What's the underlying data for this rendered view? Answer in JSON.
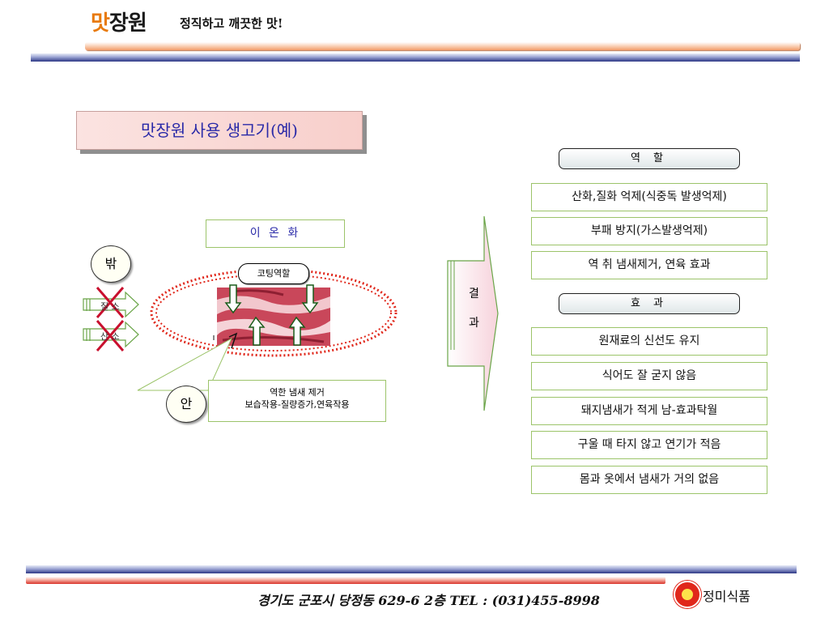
{
  "header": {
    "logo_mark": "맛",
    "logo_rest": "장원",
    "tagline": "정직하고 깨끗한 맛!"
  },
  "title": "맛장원 사용 생고기(예)",
  "diagram": {
    "ionization": "이 온 화",
    "outside_label": "밖",
    "inside_label": "안",
    "nitrogen": "질 소",
    "oxygen": "산 소",
    "coating": "코팅역할",
    "inside_line1": "역한 냄새 제거",
    "inside_line2": "보습작용-질량증가,연육작용",
    "result_char1": "결",
    "result_char2": "과"
  },
  "role": {
    "header": "역 할",
    "items": [
      "산화,질화 억제(식중독 발생억제)",
      "부패 방지(가스발생억제)",
      "역 취 냄새제거, 연육 효과"
    ]
  },
  "effect": {
    "header": "효 과",
    "items": [
      "원재료의 신선도 유지",
      "식어도 잘 굳지 않음",
      "돼지냄새가 적게 남-효과탁월",
      "구울 때 타지 않고 연기가 적음",
      "몸과 옷에서 냄새가 거의 없음"
    ]
  },
  "footer": {
    "address": "경기도 군포시 당정동 629-6 2층 TEL : (031)455-8998",
    "company": "정미식품"
  },
  "colors": {
    "accent_orange": "#e87a0c",
    "title_blue": "#2a2aa8",
    "box_green": "#9cc46a",
    "cross_red": "#c8102e",
    "ring_red": "#e0271b"
  }
}
